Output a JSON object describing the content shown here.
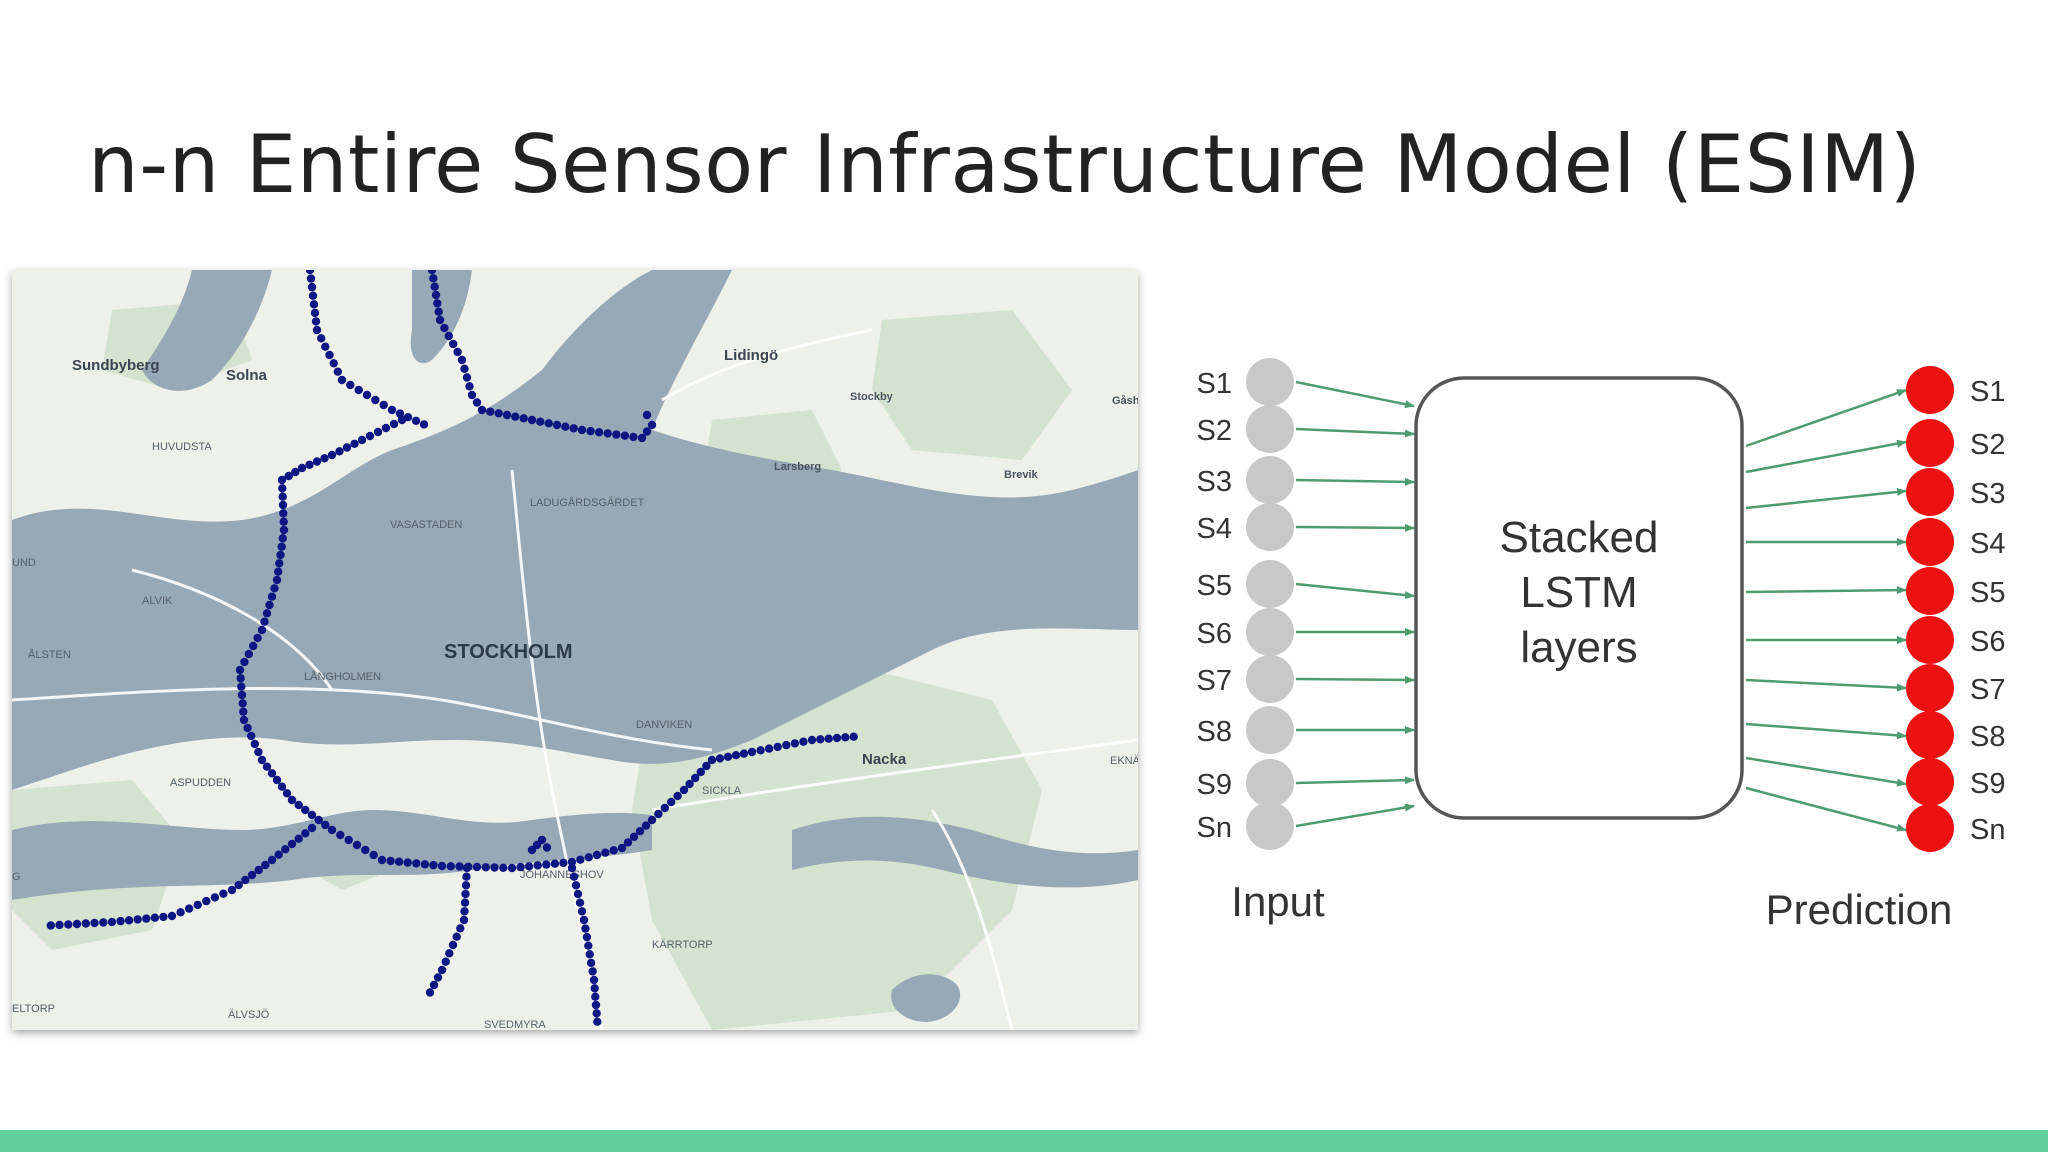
{
  "slide": {
    "title": "n-n Entire Sensor Infrastructure Model (ESIM)"
  },
  "map": {
    "labels": [
      {
        "key": "sundbyberg",
        "text": "Sundbyberg",
        "kind": "town"
      },
      {
        "key": "solna",
        "text": "Solna",
        "kind": "town"
      },
      {
        "key": "lidingo",
        "text": "Lidingö",
        "kind": "town"
      },
      {
        "key": "stockby",
        "text": "Stockby",
        "kind": "small"
      },
      {
        "key": "gashaga",
        "text": "Gåsh",
        "kind": "small"
      },
      {
        "key": "huvudsta",
        "text": "HUVUDSTA",
        "kind": "district"
      },
      {
        "key": "larsberg",
        "text": "Larsberg",
        "kind": "small"
      },
      {
        "key": "brevik",
        "text": "Brevik",
        "kind": "small"
      },
      {
        "key": "ladugardsgardet",
        "text": "LADUGÅRDSGÄRDET",
        "kind": "district"
      },
      {
        "key": "vasastaden",
        "text": "VASASTADEN",
        "kind": "district"
      },
      {
        "key": "und",
        "text": "UND",
        "kind": "district"
      },
      {
        "key": "alvik",
        "text": "ALVIK",
        "kind": "district"
      },
      {
        "key": "stockholm",
        "text": "STOCKHOLM",
        "kind": "city"
      },
      {
        "key": "alsten",
        "text": "ÅLSTEN",
        "kind": "district"
      },
      {
        "key": "langholmen",
        "text": "LÅNGHOLMEN",
        "kind": "district"
      },
      {
        "key": "danviken",
        "text": "DANVIKEN",
        "kind": "district"
      },
      {
        "key": "nacka",
        "text": "Nacka",
        "kind": "town"
      },
      {
        "key": "eknas",
        "text": "EKNÄS",
        "kind": "district"
      },
      {
        "key": "aspudden",
        "text": "ASPUDDEN",
        "kind": "district"
      },
      {
        "key": "sickla",
        "text": "SICKLA",
        "kind": "district"
      },
      {
        "key": "johanneshov",
        "text": "JOHANNESHOV",
        "kind": "district"
      },
      {
        "key": "g",
        "text": "G",
        "kind": "district"
      },
      {
        "key": "karrtorp",
        "text": "KÄRRTORP",
        "kind": "district"
      },
      {
        "key": "eltorp",
        "text": "ELTORP",
        "kind": "district"
      },
      {
        "key": "alvsjo",
        "text": "ÄLVSJÖ",
        "kind": "district"
      },
      {
        "key": "svedmyra",
        "text": "SVEDMYRA",
        "kind": "district"
      }
    ],
    "colors": {
      "water": "#97a8b6",
      "land": "#eef0ea",
      "park": "#d3e3cf",
      "road": "#ffffff",
      "sensor": "#0d1682"
    }
  },
  "diagram": {
    "inputs": [
      "S1",
      "S2",
      "S3",
      "S4",
      "S5",
      "S6",
      "S7",
      "S8",
      "S9",
      "Sn"
    ],
    "outputs": [
      "S1",
      "S2",
      "S3",
      "S4",
      "S5",
      "S6",
      "S7",
      "S8",
      "S9",
      "Sn"
    ],
    "box_lines": [
      "Stacked",
      "LSTM",
      "layers"
    ],
    "input_label": "Input",
    "prediction_label": "Prediction",
    "colors": {
      "input_node": "#c8c8c8",
      "output_node": "#ee1111",
      "arrow": "#4e9a71",
      "box_stroke": "#555555",
      "text": "#333333"
    }
  },
  "theme": {
    "accent_bar": "#61d09a"
  }
}
